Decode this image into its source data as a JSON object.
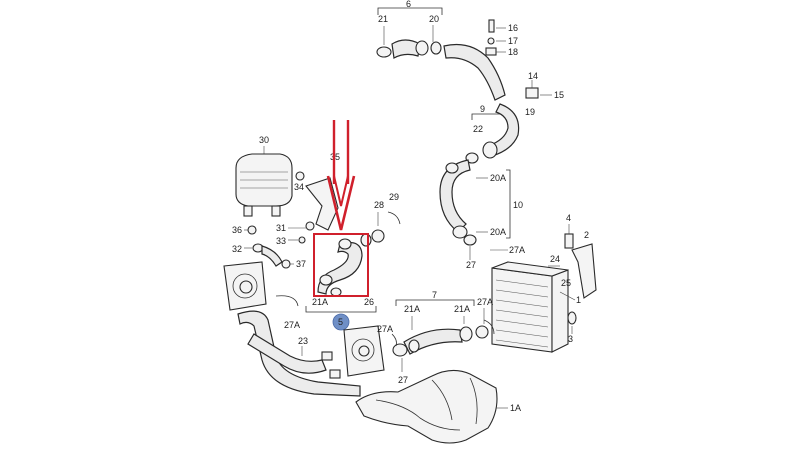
{
  "diagram": {
    "callouts": {
      "c6": "6",
      "c21_top": "21",
      "c20": "20",
      "c16": "16",
      "c17": "17",
      "c18": "18",
      "c14": "14",
      "c15": "15",
      "c9": "9",
      "c22": "22",
      "c19": "19",
      "c20a_1": "20A",
      "c10": "10",
      "c20a_2": "20A",
      "c27a_1": "27A",
      "c27_r": "27",
      "c4": "4",
      "c2": "2",
      "c24": "24",
      "c25": "25",
      "c1": "1",
      "c3": "3",
      "c30": "30",
      "c35": "35",
      "c34": "34",
      "c29": "29",
      "c28": "28",
      "c36": "36",
      "c31": "31",
      "c33": "33",
      "c32": "32",
      "c37": "37",
      "c21a_l": "21A",
      "c26": "26",
      "c5": "5",
      "c27a_l": "27A",
      "c23": "23",
      "c7": "7",
      "c21a_m1": "21A",
      "c21a_m2": "21A",
      "c27a_m": "27A",
      "c27a_b": "27A",
      "c27_b": "27",
      "c1a": "1A"
    },
    "highlight_color": "#d0202c",
    "marker_color": "#6f8fc6"
  }
}
